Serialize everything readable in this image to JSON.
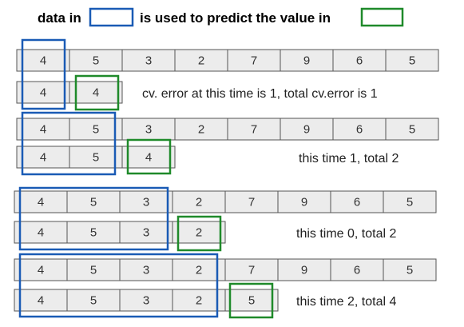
{
  "header": {
    "prefix": "data in",
    "middle": "is used to predict the value in",
    "legend_blue": "#1a5bb5",
    "legend_green": "#1f8a2a"
  },
  "series": [
    4,
    5,
    3,
    2,
    7,
    9,
    6,
    5
  ],
  "steps": [
    {
      "train": [
        4
      ],
      "predicted": 4,
      "note": "cv. error at this time is 1, total cv.error is 1"
    },
    {
      "train": [
        4,
        5
      ],
      "predicted": 4,
      "note": "this time 1, total 2"
    },
    {
      "train": [
        4,
        5,
        3
      ],
      "predicted": 2,
      "note": "this time 0, total 2"
    },
    {
      "train": [
        4,
        5,
        3,
        2
      ],
      "predicted": 5,
      "note": "this time 2, total 4"
    }
  ],
  "colors": {
    "blue": "#1a5bb5",
    "green": "#1f8a2a",
    "cell_fill": "#ececec",
    "cell_stroke": "#555555"
  }
}
